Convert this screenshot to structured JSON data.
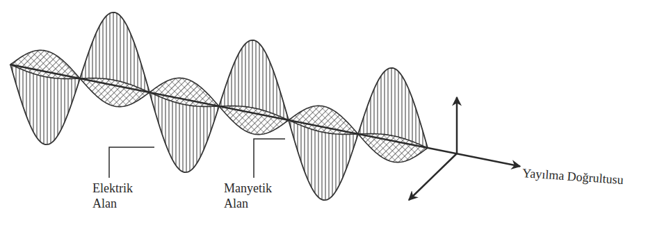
{
  "diagram": {
    "labels": [
      "Elektrik Alan",
      "Manyetik Alan",
      "Yayılma Doğrultusu"
    ]
  }
}
